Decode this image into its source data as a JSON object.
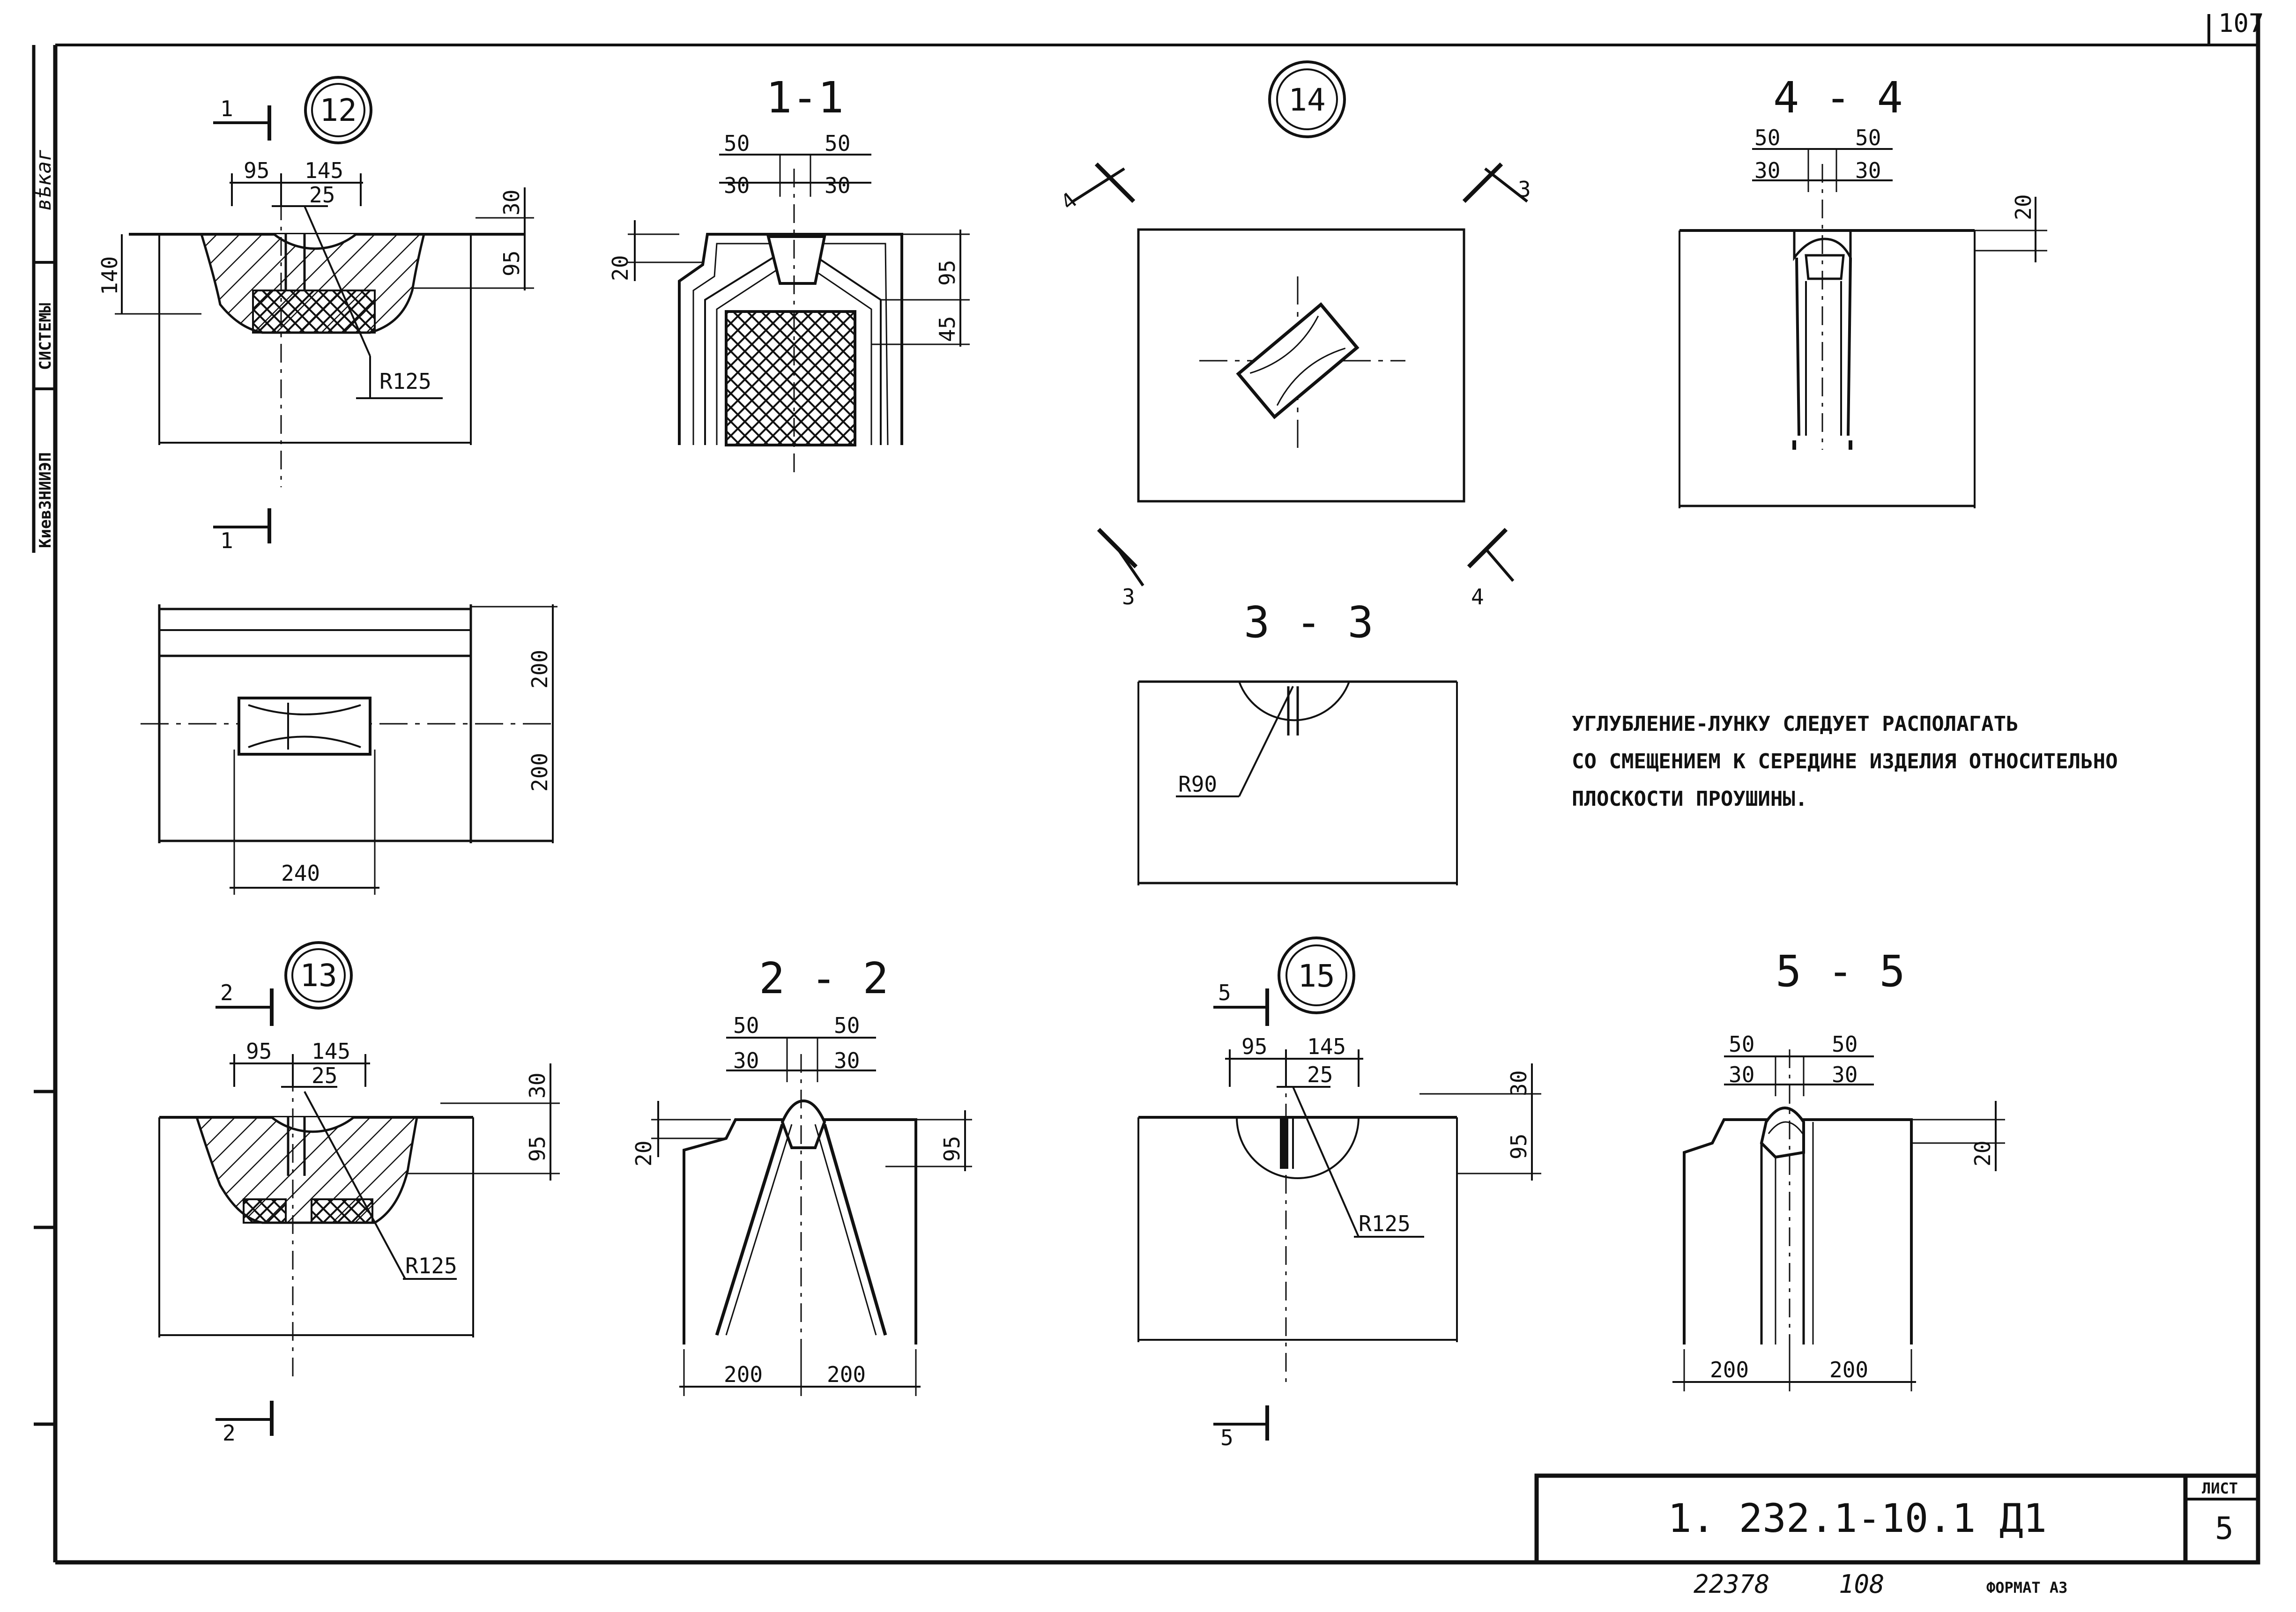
{
  "sheet": {
    "corner_number": "107",
    "side_text": {
      "org": "КиевЗНИИЭП",
      "systems": "СИСТЕМЫ",
      "signature": "вѣкаг"
    },
    "note_lines": [
      "УГЛУБЛЕНИЕ-ЛУНКУ СЛЕДУЕТ РАСПОЛАГАТЬ",
      "СО СМЕЩЕНИЕМ К СЕРЕДИНЕ ИЗДЕЛИЯ ОТНОСИТЕЛЬНО",
      "ПЛОСКОСТИ ПРОУШИНЫ."
    ],
    "title_block": {
      "designation": "1. 232.1-10.1  Д1",
      "sheet_label": "ЛИСТ",
      "sheet_number": "5",
      "inventory_number": "22378",
      "copy_number": "108",
      "format": "ФОРМАТ А3"
    }
  },
  "details": {
    "d12": {
      "callout": "12",
      "cut_mark": "1",
      "dims": {
        "left": "95",
        "right": "145",
        "center": "25",
        "depth": "140",
        "top": "30",
        "mid": "95",
        "radius": "R125"
      },
      "plan": {
        "width": "240",
        "h1": "200",
        "h2": "200"
      }
    },
    "d13": {
      "callout": "13",
      "cut_mark": "2",
      "dims": {
        "left": "95",
        "right": "145",
        "center": "25",
        "top": "30",
        "mid": "95",
        "radius": "R125"
      }
    },
    "d14": {
      "callout": "14",
      "cut_a": "4",
      "cut_b": "3"
    },
    "d15": {
      "callout": "15",
      "cut_mark": "5",
      "dims": {
        "left": "95",
        "right": "145",
        "center": "25",
        "top": "30",
        "mid": "95",
        "radius": "R125"
      }
    }
  },
  "sections": {
    "s11": {
      "title": "1-1",
      "outer_left": "50",
      "outer_right": "50",
      "inner_left": "30",
      "inner_right": "30",
      "top": "20",
      "d95": "95",
      "d45": "45"
    },
    "s22": {
      "title": "2 - 2",
      "outer_left": "50",
      "outer_right": "50",
      "inner_left": "30",
      "inner_right": "30",
      "top": "20",
      "d95": "95",
      "w1": "200",
      "w2": "200"
    },
    "s33": {
      "title": "3 - 3",
      "radius": "R90"
    },
    "s44": {
      "title": "4 - 4",
      "outer_left": "50",
      "outer_right": "50",
      "inner_left": "30",
      "inner_right": "30",
      "top": "20"
    },
    "s55": {
      "title": "5 - 5",
      "outer_left": "50",
      "outer_right": "50",
      "inner_left": "30",
      "inner_right": "30",
      "top": "20",
      "w1": "200",
      "w2": "200"
    }
  }
}
